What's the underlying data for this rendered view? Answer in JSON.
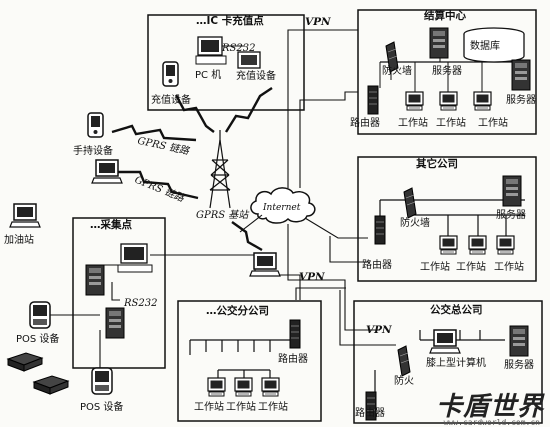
{
  "labels": {
    "vpn_top": "VPN",
    "vpn_mid": "VPN",
    "vpn_bottom": "VPN",
    "internet": "Internet",
    "gprs_base": "GPRS 基站",
    "gprs_link1": "GPRS 链路",
    "gprs_link2": "GPRS 链路",
    "handheld": "手持设备",
    "gas_station": "加油站",
    "rs232_ic": "RS232",
    "rs232_collect": "RS232",
    "pos1": "POS 设备",
    "pos2": "POS 设备"
  },
  "ic_station": {
    "title": "…IC 卡充值点",
    "pc": "PC 机",
    "recharge_device": "充值设备",
    "recharge_device2": "充值设备"
  },
  "settlement": {
    "title": "结算中心",
    "firewall": "防火墙",
    "database": "数据库",
    "server1": "服务器",
    "server2": "服务器",
    "router": "路由器",
    "ws": [
      "工作站",
      "工作站",
      "工作站"
    ]
  },
  "other": {
    "title": "其它公司",
    "firewall": "防火墙",
    "server": "服务器",
    "router": "路由器",
    "ws": [
      "工作站",
      "工作站",
      "工作站"
    ]
  },
  "collect": {
    "title": "…采集点"
  },
  "branch": {
    "title": "…公交分公司",
    "router": "路由器",
    "ws": [
      "工作站",
      "工作站",
      "工作站"
    ]
  },
  "hq": {
    "title": "公交总公司",
    "firewall": "防火",
    "laptop": "膝上型计算机",
    "server": "服务器",
    "router": "路由器"
  },
  "watermark": {
    "text": "卡盾世界",
    "url": "www.cardworld.com.cn"
  }
}
